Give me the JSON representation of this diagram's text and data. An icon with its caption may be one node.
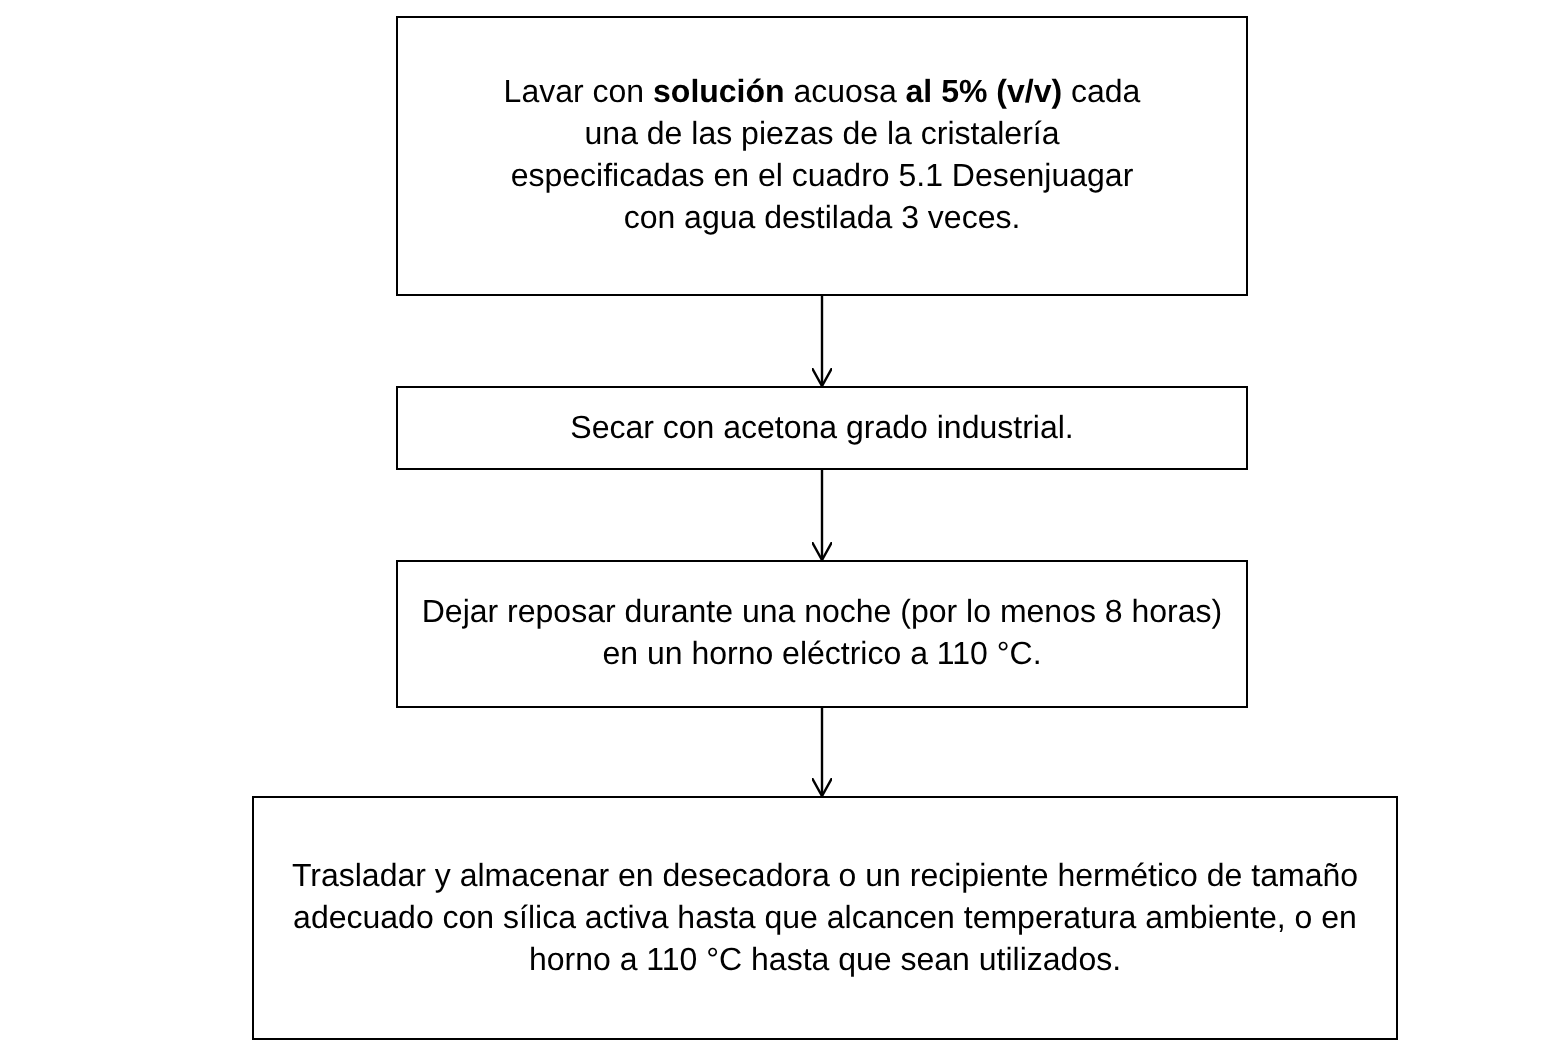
{
  "diagram": {
    "nodes": [
      {
        "text": [
          "Lavar con **solución** acuosa **al 5% (v/v)** cada una de las piezas de la cristalería especificadas en el cuadro 5.1 Desenjuagar con agua destilada 3 veces."
        ]
      },
      {
        "text": [
          "Secar con acetona grado industrial."
        ]
      },
      {
        "text": [
          "Dejar reposar durante una noche (por lo menos 8 horas) en un horno eléctrico a 110 °C."
        ]
      },
      {
        "text": [
          "Trasladar y almacenar en desecadora o un recipiente hermético de tamaño adecuado con sílica activa hasta que alcancen temperatura ambiente, o en horno a 110 °C hasta que sean utilizados."
        ]
      }
    ],
    "edges": [
      {
        "from": 0,
        "to": 1,
        "arrow": "to"
      },
      {
        "from": 1,
        "to": 2,
        "arrow": "to"
      },
      {
        "from": 2,
        "to": 3,
        "arrow": "to"
      }
    ]
  }
}
